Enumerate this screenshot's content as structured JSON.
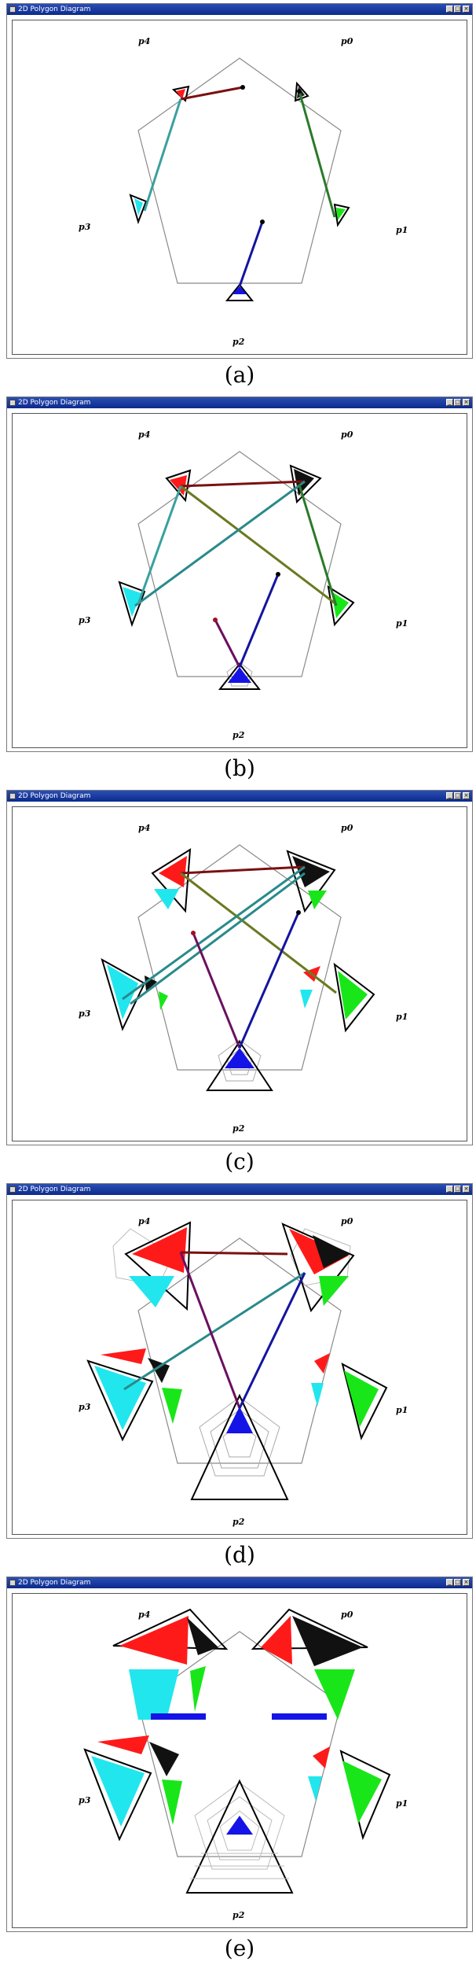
{
  "window": {
    "title": "2D Polygon Diagram",
    "minimize_glyph": "_",
    "maximize_glyph": "□",
    "close_glyph": "×"
  },
  "vertex_labels": [
    "p0",
    "p1",
    "p2",
    "p3",
    "p4"
  ],
  "panels": [
    {
      "caption": "(a)"
    },
    {
      "caption": "(b)"
    },
    {
      "caption": "(c)"
    },
    {
      "caption": "(d)"
    },
    {
      "caption": "(e)"
    }
  ],
  "colors": {
    "title_bar": "#0c2a8c",
    "red": "#ff1a1a",
    "black": "#000000",
    "green": "#19e619",
    "blue": "#1414e6",
    "cyan": "#22e6ee",
    "polygon": "#8a8a8a"
  }
}
